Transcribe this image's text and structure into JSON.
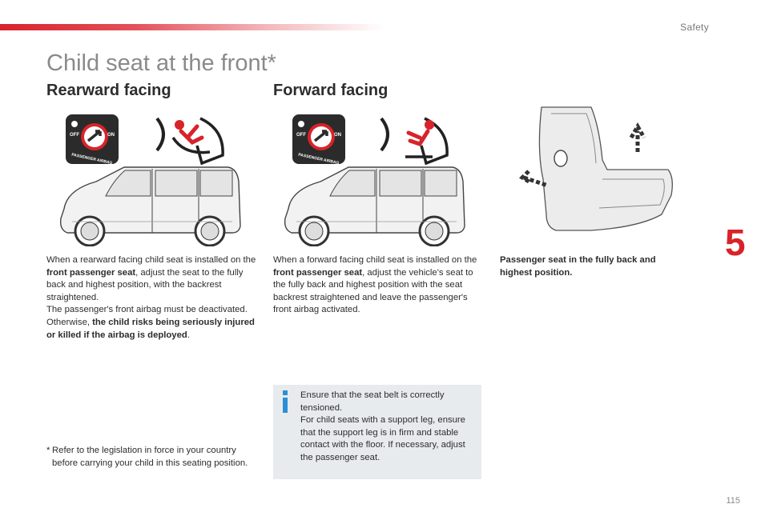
{
  "header": {
    "section": "Safety"
  },
  "chapter": {
    "number": "5"
  },
  "page": {
    "title": "Child seat at the front*",
    "number": "115"
  },
  "rearward": {
    "heading": "Rearward facing",
    "badge": {
      "off": "OFF",
      "on": "ON",
      "label": "PASSENGER AIRBAG"
    },
    "p1": "When a rearward facing child seat is installed on the ",
    "p1_bold": "front passenger seat",
    "p1_after": ", adjust the seat to the fully back and highest position, with the backrest straightened.",
    "p2": "The passenger's front airbag must be deactivated. Otherwise, ",
    "p2_bold": "the child risks being seriously injured or killed if the airbag is deployed",
    "p2_after": "."
  },
  "forward": {
    "heading": "Forward facing",
    "badge": {
      "off": "OFF",
      "on": "ON",
      "label": "PASSENGER AIRBAG"
    },
    "p1": "When a forward facing child seat is installed on the ",
    "p1_bold": "front passenger seat",
    "p1_after": ", adjust the vehicle's seat to the fully back and highest position with the seat backrest straightened and leave the passenger's front airbag activated."
  },
  "seat_caption": "Passenger seat in the fully back and highest position.",
  "note": {
    "icon": "info-icon",
    "line1": "Ensure that the seat belt is correctly tensioned.",
    "line2": "For child seats with a support leg, ensure that the support leg is in firm and stable contact with the floor. If necessary, adjust the passenger seat."
  },
  "footnote": {
    "marker": "*",
    "text": "Refer to the legislation in force in your country before carrying your child in this seating position."
  }
}
